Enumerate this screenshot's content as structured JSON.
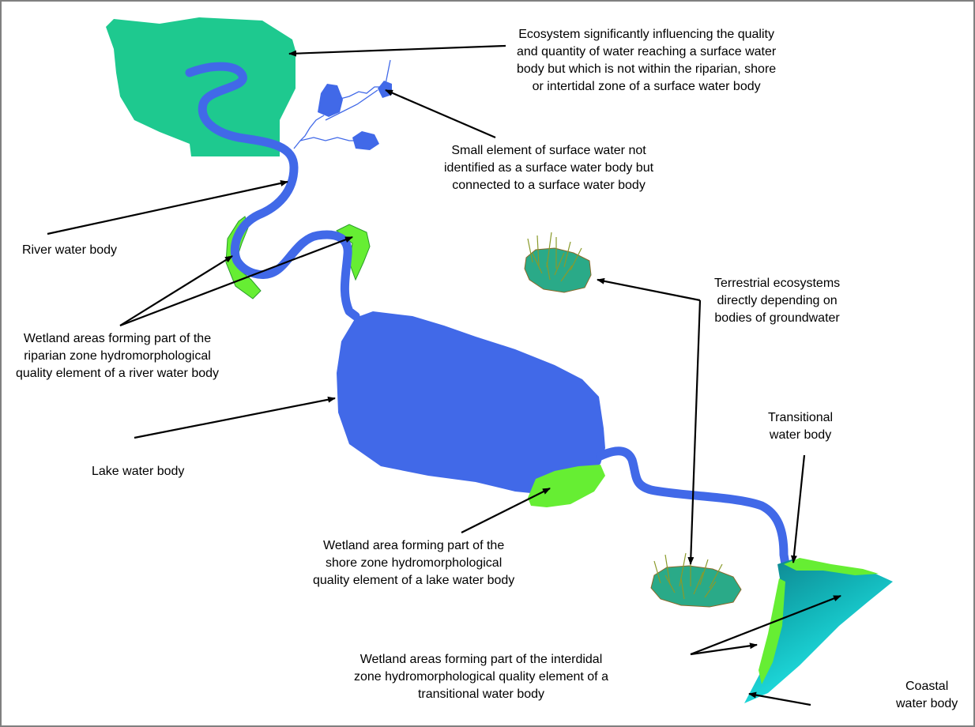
{
  "labels": {
    "ecosystem": {
      "lines": [
        "Ecosystem significantly influencing the quality",
        "and quantity of water reaching a surface water",
        "body but which is not within the riparian, shore",
        "or intertidal zone of a surface water body"
      ]
    },
    "small_element": {
      "lines": [
        "Small element of surface water not",
        "identified as a surface water body but",
        "connected to a surface water body"
      ]
    },
    "river": {
      "lines": [
        "River water body"
      ]
    },
    "wetland_riparian": {
      "lines": [
        "Wetland areas forming part of the",
        "riparian zone hydromorphological",
        "quality element of a river water body"
      ]
    },
    "terrestrial": {
      "lines": [
        "Terrestrial ecosystems",
        "directly depending on",
        "bodies of groundwater"
      ]
    },
    "lake": {
      "lines": [
        "Lake water body"
      ]
    },
    "transitional": {
      "lines": [
        "Transitional",
        "water body"
      ]
    },
    "wetland_shore": {
      "lines": [
        "Wetland area forming part of the",
        "shore zone hydromorphological",
        "quality element of a lake water body"
      ]
    },
    "wetland_intertidal": {
      "lines": [
        "Wetland areas forming part of the interdidal",
        "zone hydromorphological quality element of a",
        "transitional water body"
      ]
    },
    "coastal": {
      "lines": [
        "Coastal",
        "water body"
      ]
    }
  },
  "colors": {
    "river_blue": "#4169e8",
    "ecosystem_green": "#1ec98f",
    "wetland_green": "#66ee33",
    "terrestrial_teal": "#2aaa88",
    "grass_olive": "#8a9a2a",
    "transitional_teal": "#0e8f96",
    "coastal_cyan": "#26f2f2",
    "frame_grey": "#808080"
  }
}
